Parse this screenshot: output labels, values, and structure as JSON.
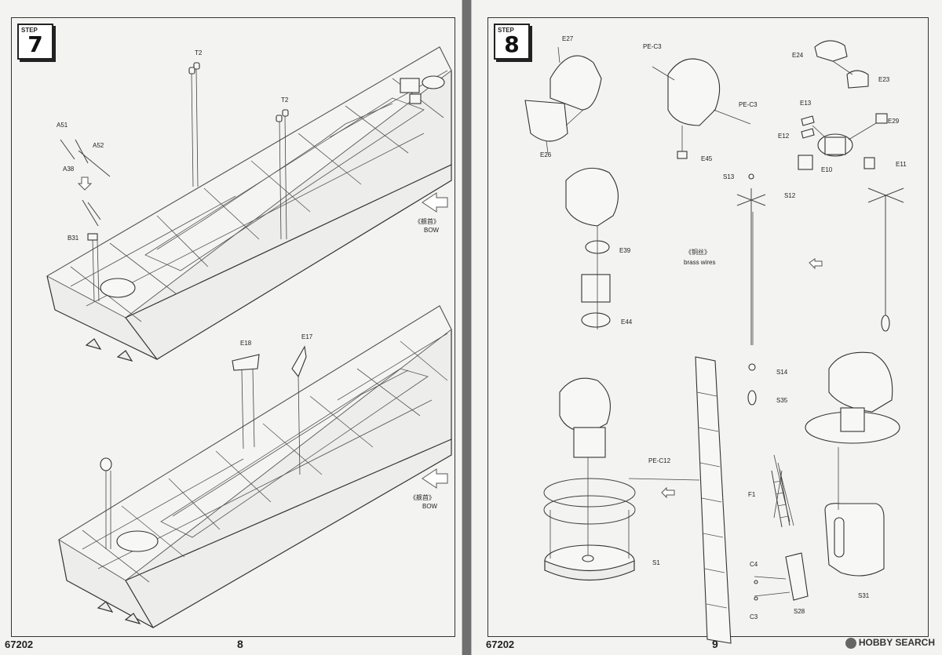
{
  "left_page": {
    "step": {
      "word": "STEP",
      "number": "7"
    },
    "page_number": "8",
    "catalog_number": "67202",
    "labels": {
      "t2_a": "T2",
      "t2_b": "T2",
      "a51": "A51",
      "a52": "A52",
      "a38": "A38",
      "b31": "B31",
      "e18": "E18",
      "e17": "E17",
      "bow_cn_top": "《舰首》",
      "bow_en_top": "BOW",
      "bow_cn_bottom": "《舰首》",
      "bow_en_bottom": "BOW"
    }
  },
  "right_page": {
    "step": {
      "word": "STEP",
      "number": "8"
    },
    "page_number": "9",
    "catalog_number": "67202",
    "labels": {
      "e27": "E27",
      "pe_c3_a": "PE-C3",
      "pe_c3_b": "PE-C3",
      "e24": "E24",
      "e23": "E23",
      "e26": "E26",
      "e45": "E45",
      "e13": "E13",
      "e12": "E12",
      "e10": "E10",
      "e29": "E29",
      "e11": "E11",
      "s13": "S13",
      "s12": "S12",
      "brass_cn": "《铜丝》",
      "brass_en": "brass wires",
      "e39": "E39",
      "e44": "E44",
      "s14": "S14",
      "s35": "S35",
      "pe_c12": "PE-C12",
      "s1": "S1",
      "f1": "F1",
      "c4": "C4",
      "c3": "C3",
      "s28": "S28",
      "s31": "S31"
    }
  },
  "watermark": {
    "text": "HOBBY SEARCH",
    "icon": "hobby-search-logo-icon"
  }
}
